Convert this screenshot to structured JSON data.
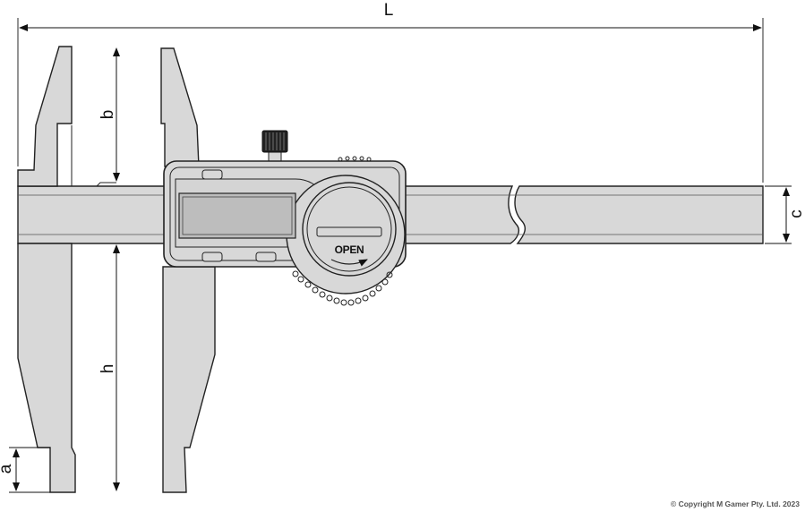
{
  "dimensions": {
    "length": "L",
    "jaw_depth": "b",
    "beam_thickness": "c",
    "jaw_length": "h",
    "jaw_tip": "a"
  },
  "battery_cover_label": "OPEN",
  "copyright": "© Copyright M Gamer Pty. Ltd. 2023",
  "colors": {
    "body": "#d8d8d8",
    "outline": "#222222",
    "display": "#bdbdbd",
    "background": "#ffffff"
  }
}
